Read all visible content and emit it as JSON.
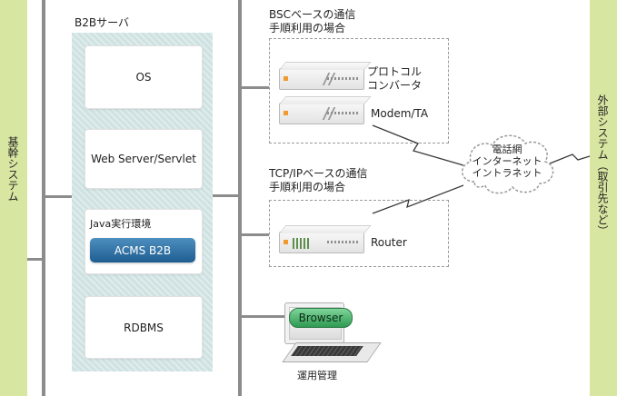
{
  "left_system": {
    "label": "基幹システム"
  },
  "right_system": {
    "label": "外部システム（取引先など）"
  },
  "server": {
    "title": "B2Bサーバ",
    "os": "OS",
    "web": "Web Server/Servlet",
    "java_env": "Java実行環境",
    "acms": "ACMS B2B",
    "rdbms": "RDBMS"
  },
  "bsc": {
    "title_line1": "BSCベースの通信",
    "title_line2": "手順利用の場合",
    "converter_line1": "プロトコル",
    "converter_line2": "コンバータ",
    "modem": "Modem/TA"
  },
  "tcp": {
    "title_line1": "TCP/IPベースの通信",
    "title_line2": "手順利用の場合",
    "router": "Router"
  },
  "network": {
    "line1": "電話網",
    "line2": "インターネット",
    "line3": "イントラネット"
  },
  "ops": {
    "browser": "Browser",
    "label": "運用管理"
  },
  "colors": {
    "side_band": "#d7e6a1",
    "panel": "#cfe2e2",
    "acms_button": "#2b6fa6",
    "browser_pill": "#3fae63",
    "bus_line": "#8c8c8c"
  }
}
